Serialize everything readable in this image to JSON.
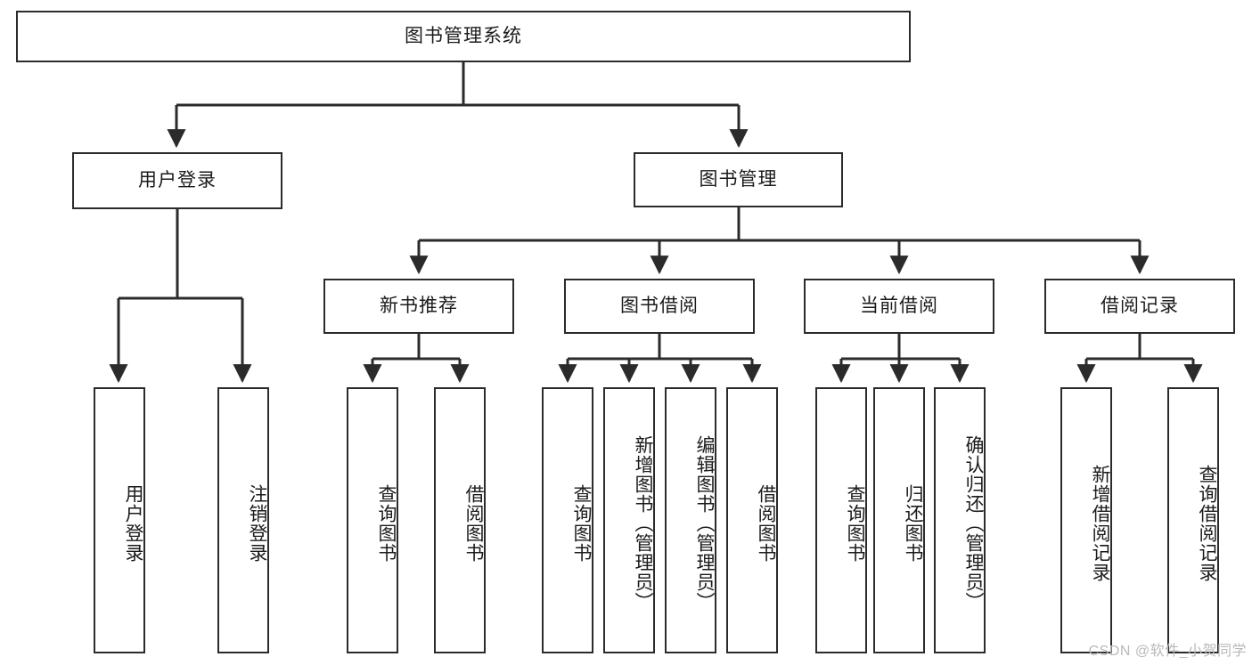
{
  "diagram": {
    "title": "图书管理系统",
    "type": "hierarchy-tree",
    "root": {
      "label": "图书管理系统"
    },
    "level1": [
      {
        "id": "user-login",
        "label": "用户登录"
      },
      {
        "id": "book-management",
        "label": "图书管理"
      }
    ],
    "level2": [
      {
        "id": "new-book-recommend",
        "label": "新书推荐",
        "parent": "book-management"
      },
      {
        "id": "book-borrow",
        "label": "图书借阅",
        "parent": "book-management"
      },
      {
        "id": "current-borrow",
        "label": "当前借阅",
        "parent": "book-management"
      },
      {
        "id": "borrow-record",
        "label": "借阅记录",
        "parent": "book-management"
      }
    ],
    "leaves": [
      {
        "id": "leaf-user-login",
        "label": "用户登录",
        "parent": "user-login"
      },
      {
        "id": "leaf-logout-login",
        "label": "注销登录",
        "parent": "user-login"
      },
      {
        "id": "leaf-query-book-1",
        "label": "查询图书",
        "parent": "new-book-recommend"
      },
      {
        "id": "leaf-borrow-book-1",
        "label": "借阅图书",
        "parent": "new-book-recommend"
      },
      {
        "id": "leaf-query-book-2",
        "label": "查询图书",
        "parent": "book-borrow"
      },
      {
        "id": "leaf-add-book",
        "label": "新增图书（管理员）",
        "parent": "book-borrow"
      },
      {
        "id": "leaf-edit-book",
        "label": "编辑图书（管理员）",
        "parent": "book-borrow"
      },
      {
        "id": "leaf-borrow-book-2",
        "label": "借阅图书",
        "parent": "book-borrow"
      },
      {
        "id": "leaf-query-book-3",
        "label": "查询图书",
        "parent": "current-borrow"
      },
      {
        "id": "leaf-return-book",
        "label": "归还图书",
        "parent": "current-borrow"
      },
      {
        "id": "leaf-confirm-return",
        "label": "确认归还（管理员）",
        "parent": "current-borrow"
      },
      {
        "id": "leaf-add-record",
        "label": "新增借阅记录",
        "parent": "borrow-record"
      },
      {
        "id": "leaf-query-record",
        "label": "查询借阅记录",
        "parent": "borrow-record"
      }
    ],
    "colors": {
      "stroke": "#2b2b2b",
      "fill": "#ffffff",
      "text": "#1b1b1b",
      "watermark": "#b9b9b9"
    }
  },
  "watermark": {
    "text": "CSDN @软件_小贺同学"
  }
}
